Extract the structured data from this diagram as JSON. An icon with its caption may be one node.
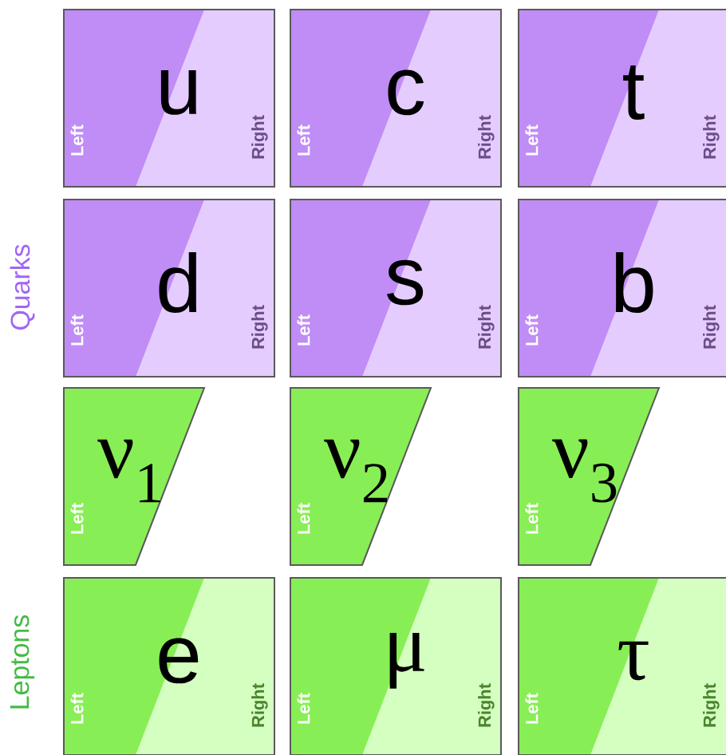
{
  "diagram": {
    "nodes": [
      {
        "text": [
          "u",
          "Left",
          "Right"
        ]
      },
      {
        "text": [
          "c",
          "Left",
          "Right"
        ]
      },
      {
        "text": [
          "t",
          "Left",
          "Right"
        ]
      },
      {
        "text": [
          "d",
          "Left",
          "Right"
        ]
      },
      {
        "text": [
          "s",
          "Left",
          "Right"
        ]
      },
      {
        "text": [
          "b",
          "Left",
          "Right"
        ]
      },
      {
        "text": [
          "ν$_{1}$",
          "Left"
        ]
      },
      {
        "text": [
          "ν$_{2}$",
          "Left"
        ]
      },
      {
        "text": [
          "ν$_{3}$",
          "Left"
        ]
      },
      {
        "text": [
          "e",
          "Left",
          "Right"
        ]
      },
      {
        "text": [
          "μ",
          "Left",
          "Right"
        ]
      },
      {
        "text": [
          "τ",
          "Left",
          "Right"
        ]
      }
    ],
    "labels": [
      "Quarks",
      "Leptons"
    ]
  }
}
